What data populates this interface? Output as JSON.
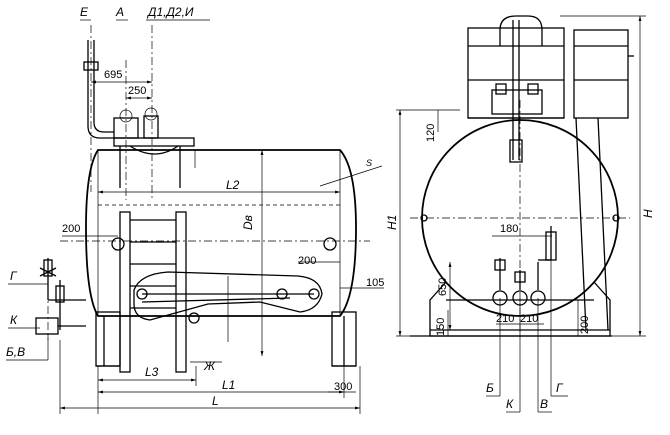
{
  "drawing": {
    "callouts_top": {
      "e": "Е",
      "a": "А",
      "d": "Д1,Д2,И"
    },
    "side_view": {
      "dims": {
        "d695": "695",
        "d250": "250",
        "d200_left": "200",
        "d200_mid": "200",
        "d105": "105",
        "d300": "300",
        "l2": "L2",
        "dv": "Dв",
        "l3": "L3",
        "l1": "L1",
        "l": "L",
        "s": "S"
      },
      "callouts": {
        "g": "Г",
        "k": "К",
        "bv": "Б,В",
        "zh": "Ж"
      }
    },
    "end_view": {
      "dims": {
        "d120": "120",
        "d180": "180",
        "d650": "650",
        "d150": "150",
        "d210a": "210",
        "d210b": "210",
        "d200": "200",
        "h1": "H1",
        "h": "H"
      },
      "callouts": {
        "b": "Б",
        "k": "К",
        "v": "В",
        "g": "Г"
      }
    }
  }
}
